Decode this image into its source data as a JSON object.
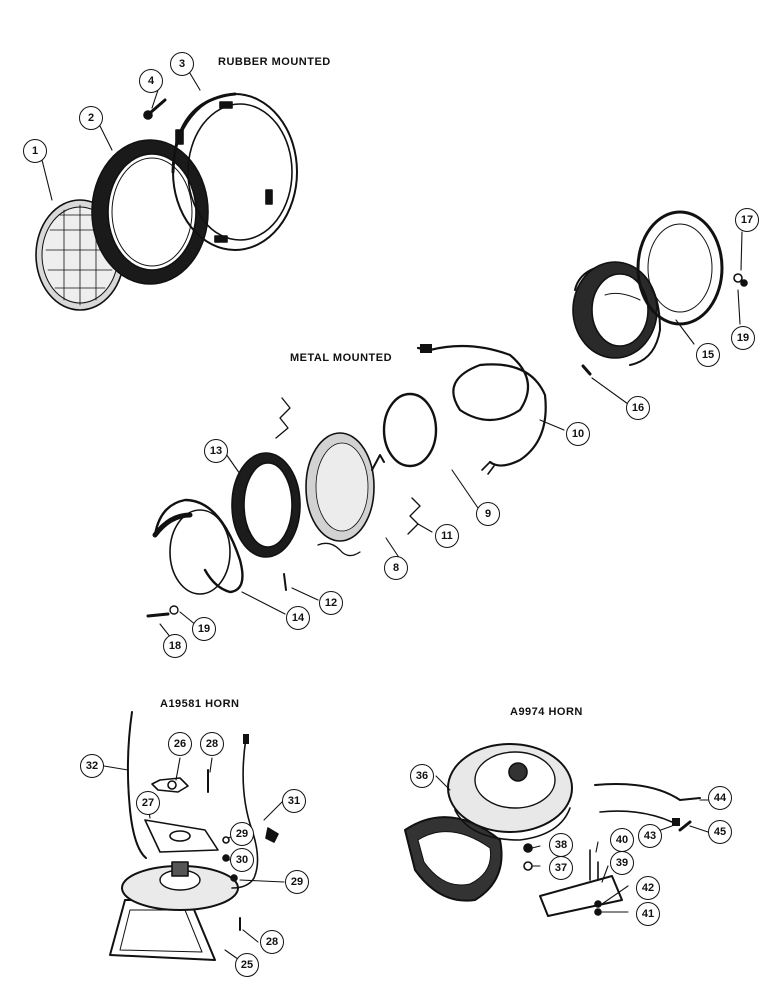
{
  "sections": {
    "rubber_mounted": "RUBBER MOUNTED",
    "metal_mounted": "METAL MOUNTED",
    "horn_a19581": "A19581 HORN",
    "horn_a9974": "A9974 HORN"
  },
  "callouts": [
    "1",
    "2",
    "3",
    "4",
    "8",
    "9",
    "10",
    "11",
    "12",
    "13",
    "14",
    "15",
    "16",
    "17",
    "18",
    "19",
    "19",
    "25",
    "26",
    "27",
    "28",
    "28",
    "29",
    "29",
    "30",
    "31",
    "32",
    "36",
    "37",
    "38",
    "39",
    "40",
    "41",
    "42",
    "43",
    "44",
    "45"
  ],
  "colors": {
    "ink": "#111111",
    "paper": "#ffffff"
  }
}
